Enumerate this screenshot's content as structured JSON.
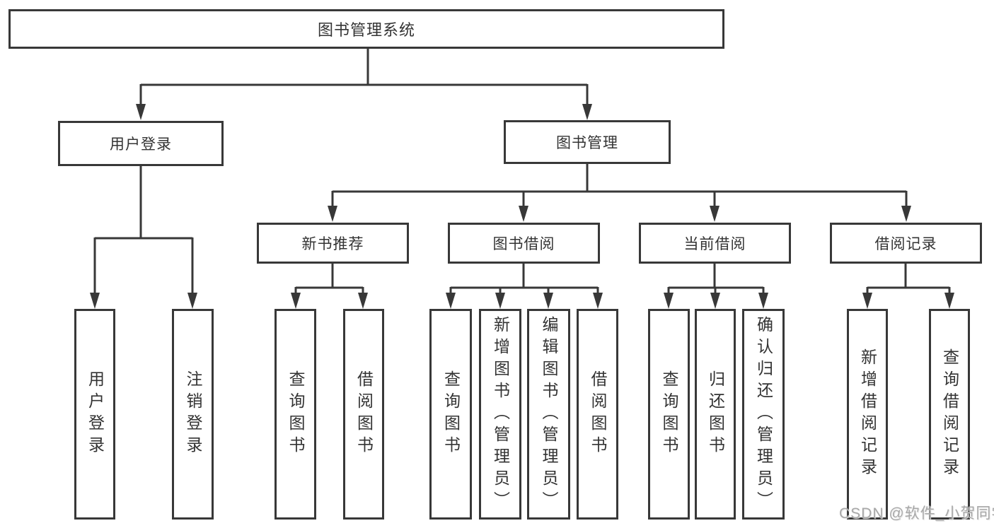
{
  "diagram": {
    "title": "图书管理系统",
    "type": "hierarchy-tree",
    "colors": {
      "background": "#ffffff",
      "line": "#383838",
      "box_border": "#383838",
      "box_fill": "#ffffff",
      "text": "#333333",
      "watermark": "#a8a8a8"
    },
    "nodes": {
      "root": "图书管理系统",
      "user_login": "用户登录",
      "book_mgmt": "图书管理",
      "new_book_rec": "新书推荐",
      "book_borrow": "图书借阅",
      "current_borrow": "当前借阅",
      "borrow_records": "借阅记录",
      "leaf_user_login": "用户登录",
      "leaf_logout": "注销登录",
      "leaf_query_books_1": "查询图书",
      "leaf_borrow_books_1": "借阅图书",
      "leaf_query_books_2": "查询图书",
      "leaf_add_book": "新增图书（管理员）",
      "leaf_edit_book": "编辑图书（管理员）",
      "leaf_borrow_books_2": "借阅图书",
      "leaf_query_books_3": "查询图书",
      "leaf_return_book": "归还图书",
      "leaf_confirm_return": "确认归还（管理员）",
      "leaf_add_borrow_record": "新增借阅记录",
      "leaf_query_borrow_record": "查询借阅记录"
    },
    "hierarchy": {
      "图书管理系统": {
        "用户登录": [
          "用户登录",
          "注销登录"
        ],
        "图书管理": {
          "新书推荐": [
            "查询图书",
            "借阅图书"
          ],
          "图书借阅": [
            "查询图书",
            "新增图书（管理员）",
            "编辑图书（管理员）",
            "借阅图书"
          ],
          "当前借阅": [
            "查询图书",
            "归还图书",
            "确认归还（管理员）"
          ],
          "借阅记录": [
            "新增借阅记录",
            "查询借阅记录"
          ]
        }
      }
    },
    "watermark": "CSDN @软件_小贺同学"
  }
}
